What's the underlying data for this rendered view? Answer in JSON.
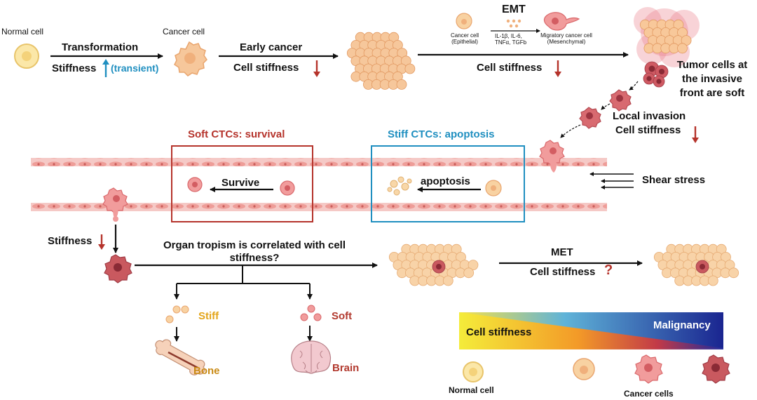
{
  "colors": {
    "red_accent": "#b5332b",
    "blue_accent": "#1f8fc0",
    "stiff_text": "#e3a51a",
    "organ_text": "#c98a14",
    "soft_text": "#b23a2f",
    "gradient": [
      "#f4ec3a",
      "#f39a28",
      "#c23a47",
      "#1e2a9c"
    ]
  },
  "top_row": {
    "normal_cell_label": "Normal cell",
    "cancer_cell_label": "Cancer cell",
    "transformation": "Transformation",
    "stiffness": "Stiffness",
    "transient": "(transient)",
    "early_cancer": "Early cancer",
    "cell_stiffness_1": "Cell stiffness",
    "emt_title": "EMT",
    "emt_cancer_cell": "Cancer cell",
    "emt_epithelial": "(Epithelial)",
    "emt_cytokines_1": "IL-1β, IL-6,",
    "emt_cytokines_2": "TNFα, TGFb",
    "emt_migratory": "Migratory cancer cell",
    "emt_mesenchymal": "(Mesenchymal)",
    "cell_stiffness_2": "Cell stiffness",
    "tumor_soft_1": "Tumor cells at",
    "tumor_soft_2": "the invasive",
    "tumor_soft_3": "front are soft",
    "local_invasion": "Local invasion",
    "cell_stiffness_3": "Cell stiffness"
  },
  "vessel": {
    "soft_ctc_title": "Soft CTCs: survival",
    "stiff_ctc_title": "Stiff CTCs: apoptosis",
    "survive": "Survive",
    "apoptosis": "apoptosis",
    "shear_stress": "Shear stress"
  },
  "bottom": {
    "stiffness_left": "Stiffness",
    "tropism_line1": "Organ tropism is correlated with cell",
    "tropism_line2": "stiffness?",
    "met": "MET",
    "cell_stiffness_met": "Cell stiffness",
    "question": "?",
    "stiff": "Stiff",
    "soft": "Soft",
    "bone": "Bone",
    "brain": "Brain"
  },
  "legend": {
    "cell_stiffness": "Cell stiffness",
    "malignancy": "Malignancy",
    "normal_cell": "Normal cell",
    "cancer_cells": "Cancer cells"
  }
}
